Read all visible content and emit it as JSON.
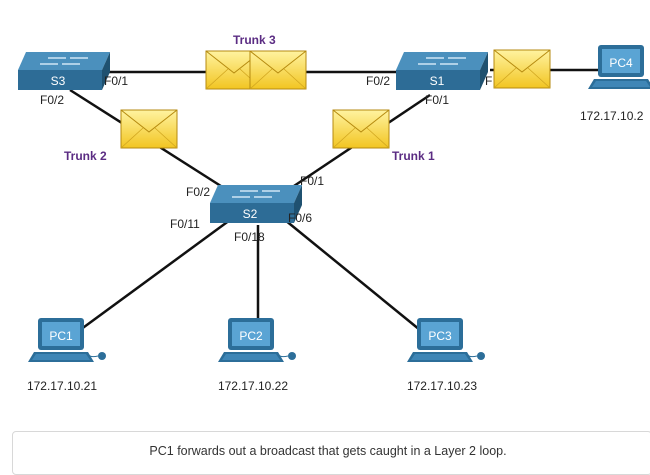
{
  "switches": {
    "s1": {
      "label": "S1",
      "port_a": "F0/2",
      "port_b": "F0/1",
      "port_c": "F"
    },
    "s2": {
      "label": "S2",
      "port_a": "F0/2",
      "port_b": "F0/1",
      "port_c": "F0/11",
      "port_d": "F0/6",
      "port_e": "F0/18"
    },
    "s3": {
      "label": "S3",
      "port_a": "F0/1",
      "port_b": "F0/2"
    }
  },
  "trunks": {
    "t1": "Trunk 1",
    "t2": "Trunk 2",
    "t3": "Trunk 3"
  },
  "pcs": {
    "pc1": {
      "label": "PC1",
      "ip": "172.17.10.21"
    },
    "pc2": {
      "label": "PC2",
      "ip": "172.17.10.22"
    },
    "pc3": {
      "label": "PC3",
      "ip": "172.17.10.23"
    },
    "pc4": {
      "label": "PC4",
      "ip": "172.17.10.2"
    }
  },
  "caption": "PC1 forwards out a broadcast that gets caught in a Layer 2 loop.",
  "colors": {
    "switch": "#2f6f98",
    "trunk_label": "#5b2c83",
    "envelope": "#f5d33a",
    "link": "#111111",
    "pc": "#3d87b8"
  }
}
